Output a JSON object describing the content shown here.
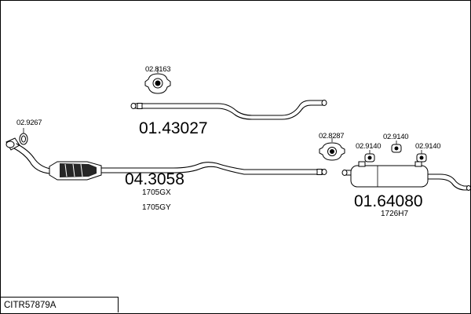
{
  "parts": {
    "middle_pipe_number": "01.43027",
    "middle_clamp_number": "02.8163",
    "front_pipe_number": "04.3058",
    "front_gasket_number": "02.9267",
    "front_code_1": "1705GX",
    "front_code_2": "1705GY",
    "rear_silencer_number": "01.64080",
    "rear_code": "1726H7",
    "rear_clamp_number": "02.8287",
    "rear_rubber_number_1": "02.9140",
    "rear_rubber_number_2": "02.9140",
    "rear_rubber_number_3": "02.9140"
  },
  "footer": {
    "system_code": "CITR57879A"
  }
}
